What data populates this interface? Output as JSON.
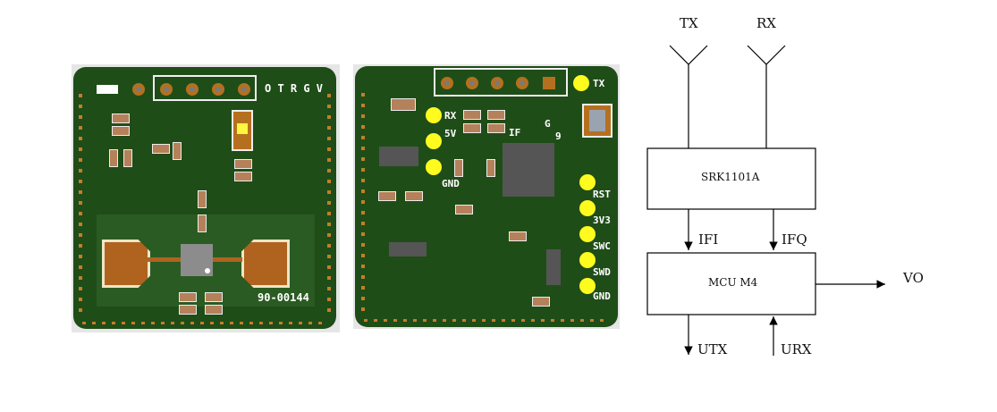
{
  "left_board": {
    "header_pins_label": "O T R G V",
    "part_number": "90-00144"
  },
  "middle_board": {
    "pads": [
      "TX",
      "RX",
      "5V",
      "GND",
      "RST",
      "3V3",
      "SWC",
      "SWD",
      "GND"
    ],
    "chip_labels": [
      "IF",
      "G",
      "9"
    ]
  },
  "block_diagram": {
    "antennas": [
      "TX",
      "RX"
    ],
    "blocks": [
      "SRK1101A",
      "MCU M4"
    ],
    "signals": {
      "ifi": "IFI",
      "ifq": "IFQ",
      "vo": "VO",
      "utx": "UTX",
      "urx": "URX"
    }
  }
}
